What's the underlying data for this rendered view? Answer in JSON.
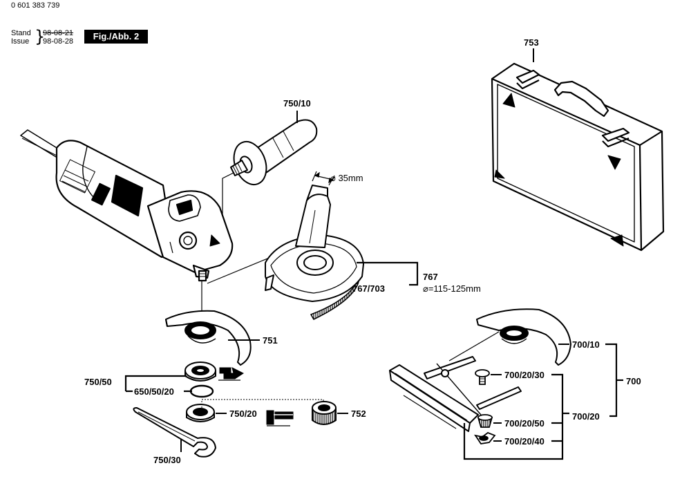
{
  "header": {
    "doc_number": "0 601 383 739",
    "stand_label": "Stand",
    "issue_label": "Issue",
    "stand_date": "98-08-21",
    "issue_date": "98-08-28",
    "fig_label": "Fig./Abb. 2"
  },
  "parts": {
    "p753": "753",
    "p750_10": "750/10",
    "diameter_35": "⌀ 35mm",
    "p767": "767",
    "p767_703": "767/703",
    "diameter_range": "⌀=115-125mm",
    "p751": "751",
    "p750_50": "750/50",
    "p650_50_20": "650/50/20",
    "p750_20": "750/20",
    "p752": "752",
    "p750_30": "750/30",
    "p700_10": "700/10",
    "p700": "700",
    "p700_20_30": "700/20/30",
    "p700_20_50": "700/20/50",
    "p700_20": "700/20",
    "p700_20_40": "700/20/40"
  }
}
